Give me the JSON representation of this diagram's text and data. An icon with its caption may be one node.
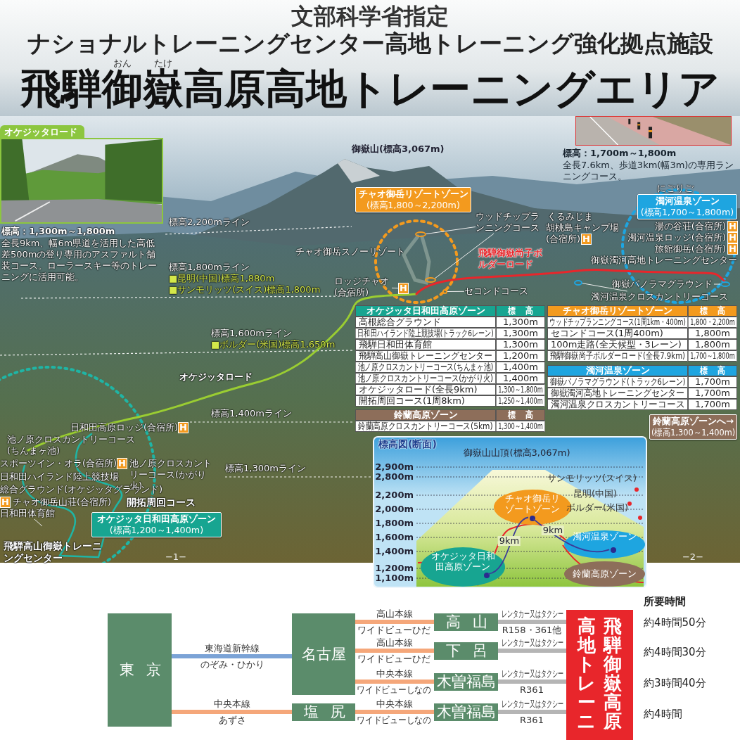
{
  "diagram": {
    "title": "飛騨御嶽高原高地トレーニングエリア",
    "nodes": [
      {
        "text": [
          "オケジッタロード"
        ],
        "beside": [
          "標高：1,300m～1,800m",
          "全長9km、幅6m県道を活用した高低差500mの登り専用のアスファルト舗装コース。ローラースキー等のトレーニングに活用可能。"
        ]
      },
      {
        "text": [],
        "shape": "picture",
        "beside": [
          "標高：1,700m～1,800m",
          "全長7.6km、歩道3km(幅3m)の専用ランニングコース。"
        ]
      },
      {
        "text": [
          "チャオ御岳リゾートゾーン",
          "(標高1,800～2,200m)"
        ]
      },
      {
        "text": [
          "濁河温泉ゾーン",
          "(標高1,700～1,800m)"
        ]
      },
      {
        "text": [
          "オケジッタ日和田高原ゾーン",
          "(標高1,200～1,400m)"
        ]
      },
      {
        "text": [
          "鈴蘭高原ゾーンへ→",
          "(標高1,300～1,400m)"
        ]
      },
      {
        "text": [
          "ウッドチップランニングコース"
        ]
      },
      {
        "text": [
          "ロッジチャオ(合宿所)"
        ]
      },
      {
        "text": [
          "セコンドコース"
        ]
      },
      {
        "text": [
          "御嶽パノラマグラウンド"
        ]
      },
      {
        "text": [
          "濁河温泉クロスカントリーコース"
        ]
      },
      {
        "text": [
          "日和田体育館"
        ]
      },
      {
        "text": [
          "標高図(断面)"
        ]
      },
      {
        "text": [
          "チャオ御岳リゾートゾーン"
        ],
        "in": 12
      },
      {
        "text": [
          "オケジッタ日和田高原ゾーン"
        ],
        "in": 12
      },
      {
        "text": [
          "濁河温泉ゾーン"
        ],
        "in": 12
      },
      {
        "text": [
          "鈴蘭高原ゾーン"
        ],
        "in": 12
      },
      {
        "text": [],
        "shape": "circle",
        "in": 14
      },
      {
        "text": [],
        "shape": "circle",
        "in": 13
      },
      {
        "text": [],
        "shape": "circle",
        "in": 15
      },
      {
        "text": [
          "東京"
        ]
      },
      {
        "text": [
          "名古屋"
        ]
      },
      {
        "text": [
          "塩尻"
        ]
      },
      {
        "text": [
          "高山"
        ]
      },
      {
        "text": [
          "下呂"
        ]
      },
      {
        "text": [
          "木曽福島"
        ]
      },
      {
        "text": [
          "木曽福島"
        ]
      },
      {
        "text": [
          "飛騨御嶽高原高地トレーニ"
        ]
      },
      {
        "text": [
          "H"
        ]
      },
      {
        "text": [
          "H"
        ]
      },
      {
        "text": [
          "H"
        ]
      },
      {
        "text": [
          "H"
        ]
      },
      {
        "text": [
          "H"
        ]
      },
      {
        "text": [
          "H"
        ]
      },
      {
        "text": [
          "H"
        ]
      },
      {
        "text": [
          "H"
        ]
      },
      {
        "text": [],
        "shape": "circle"
      },
      {
        "text": [],
        "shape": "circle"
      },
      {
        "text": [],
        "shape": "circle"
      },
      {
        "text": [],
        "shape": "circle"
      },
      {
        "text": [],
        "shape": "circle"
      }
    ],
    "edges": [
      {
        "from": 6,
        "to": 36,
        "arrow": "none",
        "color": "#eeeeee"
      },
      {
        "from": 6,
        "to": 37,
        "arrow": "none",
        "color": "#eeeeee"
      },
      {
        "from": 7,
        "to": 28,
        "arrow": "none",
        "color": "#eeeeee"
      },
      {
        "from": 8,
        "to": 38,
        "arrow": "none",
        "color": "#eeeeee"
      },
      {
        "from": 9,
        "to": 39,
        "arrow": "none",
        "color": "#eeeeee"
      },
      {
        "from": 10,
        "to": 40,
        "arrow": "none",
        "color": "#eeeeee"
      },
      {
        "from": 11,
        "to": null,
        "arrow": "none",
        "color": "#eeeeee"
      },
      {
        "from": 17,
        "to": 18,
        "arrow": "none",
        "label": "9km",
        "color": "#3b3b99"
      },
      {
        "from": 18,
        "to": 19,
        "arrow": "none",
        "label": "9km",
        "color": "#3b3b99"
      },
      {
        "from": 20,
        "to": 21,
        "arrow": "none",
        "label": "東海道新幹線",
        "color": "#7ba3d6"
      },
      {
        "from": 20,
        "to": 22,
        "arrow": "none",
        "label": "中央本線",
        "color": "#f5a77a"
      },
      {
        "from": 21,
        "to": 23,
        "arrow": "none",
        "label": "高山本線",
        "color": "#f5a77a"
      },
      {
        "from": 21,
        "to": 24,
        "arrow": "none",
        "label": "高山本線",
        "color": "#f5a77a"
      },
      {
        "from": 21,
        "to": 25,
        "arrow": "none",
        "label": "中央本線",
        "color": "#f5a77a"
      },
      {
        "from": 22,
        "to": 26,
        "arrow": "none",
        "label": "中央本線",
        "color": "#f5a77a"
      },
      {
        "from": 23,
        "to": 27,
        "arrow": "none",
        "label": "レンタカー又はタクシー",
        "color": "#b5b5b5"
      },
      {
        "from": 24,
        "to": 27,
        "arrow": "none",
        "label": "レンタカー又はタクシー",
        "color": "#b5b5b5"
      },
      {
        "from": 25,
        "to": 27,
        "arrow": "none",
        "label": "レンタカー又はタクシー",
        "color": "#b5b5b5"
      },
      {
        "from": 26,
        "to": 27,
        "arrow": "none",
        "label": "レンタカー又はタクシー",
        "color": "#b5b5b5"
      }
    ],
    "labels": [
      "文部科学省指定",
      "ナショナルトレーニングセンター高地トレーニング強化拠点施設",
      "おん",
      "たけ",
      "御嶽山(標高3,067m)",
      "標高2,200mライン",
      "にごりご",
      "湯の谷荘(合宿所)",
      "チャオ御岳スノーリゾート",
      "濁河温泉ロッジ(合宿所)",
      "旅館御岳(合宿所)",
      "御嶽濁河高地トレーニングセンター",
      "くるみじま",
      "胡桃島キャンプ場(合宿所)",
      "標高1,800mライン",
      "■昆明(中国)標高1,880m",
      "■サンモリッツ(スイス)標高1,800m",
      "飛騨御嶽尚子ボルダーロード",
      "標高1,600mライン",
      "■ボルダー(米国)標高1,650m",
      "オケジッタロード",
      "標高1,400mライン",
      "日和田高原ロッジ(合宿所)",
      "池ノ原クロスカントリーコース(ちんまヶ池)",
      "スポーツイン・オラ(合宿所)",
      "池ノ原クロスカントリーコース(かがり火)",
      "日和田ハイランド陸上競技場",
      "標高1,300mライン",
      "総合グラウンド(オケジッタグラウンド)",
      "チャオ御岳山荘(合宿所)",
      "開拓周回コース",
      "飛騨高山御嶽トレーニングセンター",
      "−1−",
      "−2−",
      "オケジッタ日和田高原ゾーン",
      "標高",
      "高根総合グラウンド",
      "1,300m",
      "日和田ハイランド陸上競技場(トラック6レーン)",
      "1,300m",
      "飛騨日和田体育館",
      "1,300m",
      "飛騨高山御嶽トレーニングセンター",
      "1,200m",
      "池ノ原クロスカントリーコース(ちんまヶ池)",
      "1,400m",
      "池ノ原クロスカントリーコース(かがり火)",
      "1,400m",
      "オケジッタロード(全長9km)",
      "1,300～1,800m",
      "開拓周回コース(1周8km)",
      "1,250～1,400m",
      "チャオ御岳リゾートゾーン",
      "標高",
      "ウッドチップランニングコース(1周1km・400m)",
      "1,800・2,200m",
      "セコンドコース(1周400m)",
      "1,800m",
      "100m走路(全天候型・3レーン)",
      "1,800m",
      "飛騨御嶽尚子ボルダーロード(全長7.9km)",
      "1,700～1,800m",
      "濁河温泉ゾーン",
      "標高",
      "御嶽パノラマグラウンド(トラック6レーン)",
      "1,700m",
      "御嶽濁河高地トレーニングセンター",
      "1,700m",
      "濁河温泉クロスカントリーコース",
      "1,700m",
      "鈴蘭高原ゾーン",
      "標高",
      "鈴蘭高原クロスカントリーコース(5km)",
      "1,300～1,400m",
      "御嶽山山頂(標高3,067m)",
      "2,900m",
      "2,800m",
      "2,200m",
      "2,000m",
      "1,800m",
      "1,600m",
      "1,400m",
      "1,200m",
      "1,100m",
      "昆明(中国)",
      "サンモリッツ(スイス)",
      "ボルダー(米国)",
      "のぞみ・ひかり",
      "ワイドビューひだ",
      "R158・361他",
      "ワイドビューひだ",
      "ワイドビューしなの",
      "R361",
      "あずさ",
      "ワイドビューしなの",
      "R361",
      "所要時間",
      "約4時間50分",
      "約4時間30分",
      "約3時間40分",
      "約4時間"
    ]
  }
}
